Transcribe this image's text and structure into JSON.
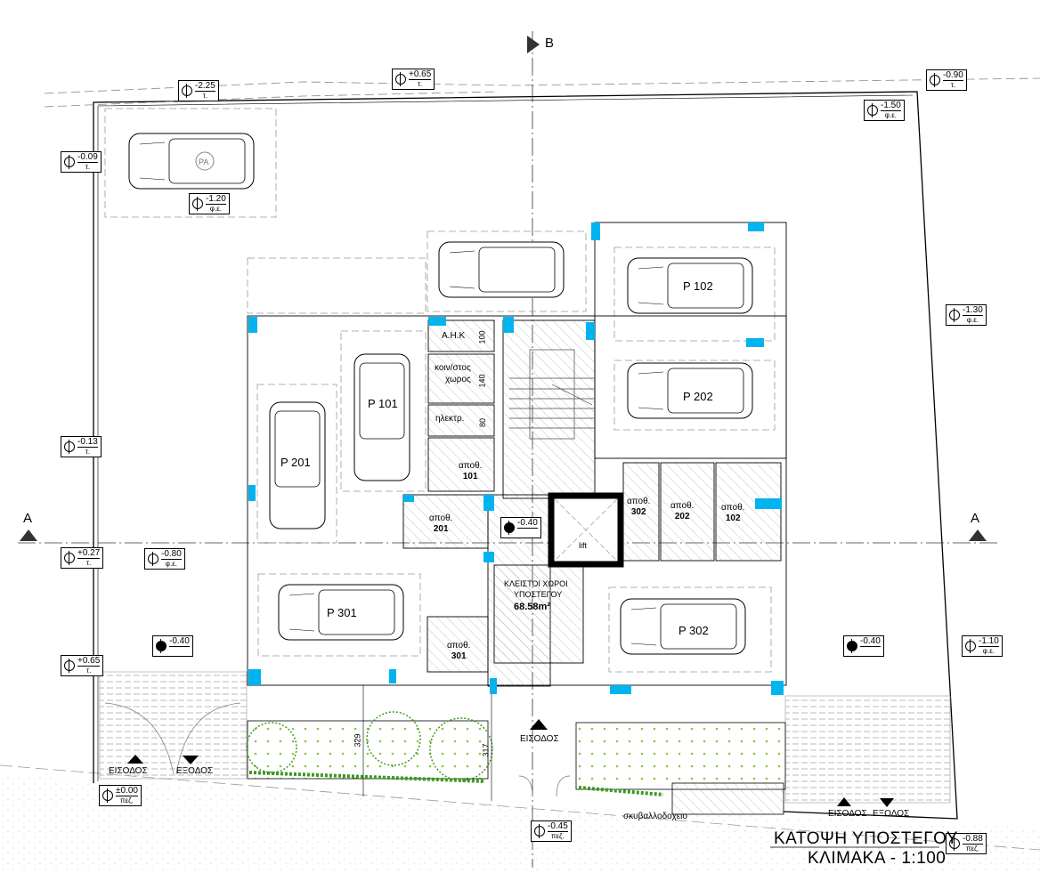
{
  "drawing": {
    "title": "ΚΑΤΟΨΗ ΥΠΟΣΤΕΓΟΥ",
    "scale": "ΚΛΙΜΑΚΑ - 1:100"
  },
  "sections": {
    "a_left": "A",
    "a_right": "A",
    "b_top": "B"
  },
  "parking": {
    "pa": "PA",
    "p101": "P 101",
    "p102": "P 102",
    "p201": "P 201",
    "p202": "P 202",
    "p301": "P 301",
    "p302": "P 302"
  },
  "rooms": {
    "ahk": "Α.Η.Κ",
    "common_1": "κοιν/στος",
    "common_2": "χωρος",
    "electric": "ηλεκτρ.",
    "storage_label": "αποθ.",
    "s101": "101",
    "s201": "201",
    "s301": "301",
    "s302": "302",
    "s202": "202",
    "s102": "102",
    "lift": "lift",
    "closed_1": "ΚΛΕΙΣΤΟΙ ΧΩΡΟΙ",
    "closed_2": "ΥΠΟΣΤΕΓΟΥ",
    "closed_area": "68.58m²",
    "bin": "σκυβαλλοδοχειο"
  },
  "dimensions": {
    "d100": "100",
    "d140": "140",
    "d80": "80",
    "d329": "329",
    "d317": "317"
  },
  "entries": {
    "entrance": "ΕΙΣΟΔΟΣ",
    "exit": "ΕΞΟΔΟΣ"
  },
  "levels": [
    {
      "value": "-2.25",
      "sub": "τ."
    },
    {
      "value": "+0.65",
      "sub": "τ."
    },
    {
      "value": "-0.90",
      "sub": "τ."
    },
    {
      "value": "-1.50",
      "sub": "φ.ε."
    },
    {
      "value": "-0.09",
      "sub": "τ."
    },
    {
      "value": "-1.20",
      "sub": "φ.ε."
    },
    {
      "value": "-1.30",
      "sub": "φ.ε."
    },
    {
      "value": "-0.13",
      "sub": "τ."
    },
    {
      "value": "+0.27",
      "sub": "τ."
    },
    {
      "value": "-0.80",
      "sub": "φ.ε."
    },
    {
      "value": "-0.40",
      "sub": ""
    },
    {
      "value": "-0.40",
      "sub": ""
    },
    {
      "value": "+0.65",
      "sub": "τ."
    },
    {
      "value": "-0.40",
      "sub": ""
    },
    {
      "value": "-1.10",
      "sub": "φ.ε."
    },
    {
      "value": "±0.00",
      "sub": "πεζ."
    },
    {
      "value": "-0.45",
      "sub": "πεζ."
    },
    {
      "value": "-0.88",
      "sub": "πεζ."
    }
  ],
  "colors": {
    "column": "#00b4f0",
    "plant": "#3a9a1e",
    "hatch": "#999999"
  }
}
